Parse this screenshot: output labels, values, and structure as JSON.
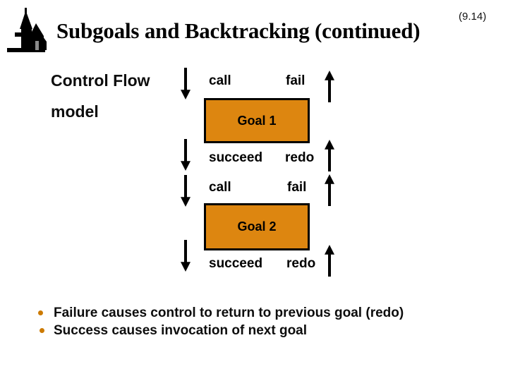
{
  "slide": {
    "title": "Subgoals and Backtracking (continued)",
    "slide_number": "(9.14)"
  },
  "diagram": {
    "heading_line1": "Control Flow",
    "heading_line2": "model",
    "left_arrows_direction": "down",
    "right_arrows_direction": "up",
    "rows": [
      {
        "left": "call",
        "right": "fail"
      },
      {
        "left": "succeed",
        "right": "redo"
      },
      {
        "left": "call",
        "right": "fail"
      },
      {
        "left": "succeed",
        "right": "redo"
      }
    ],
    "boxes": [
      {
        "label": "Goal 1"
      },
      {
        "label": "Goal 2"
      }
    ]
  },
  "bullets": [
    "Failure causes control to return to previous goal (redo)",
    "Success causes invocation of next goal"
  ],
  "icons": {
    "logo": "church-silhouette-logo",
    "flow_down": "down-arrow",
    "flow_up": "up-arrow"
  },
  "colors": {
    "goal_box_fill": "#DD8610",
    "goal_box_border": "#000000",
    "bullet_dot": "#CC7A00",
    "arrow": "#000000",
    "background": "#FFFFFF"
  }
}
